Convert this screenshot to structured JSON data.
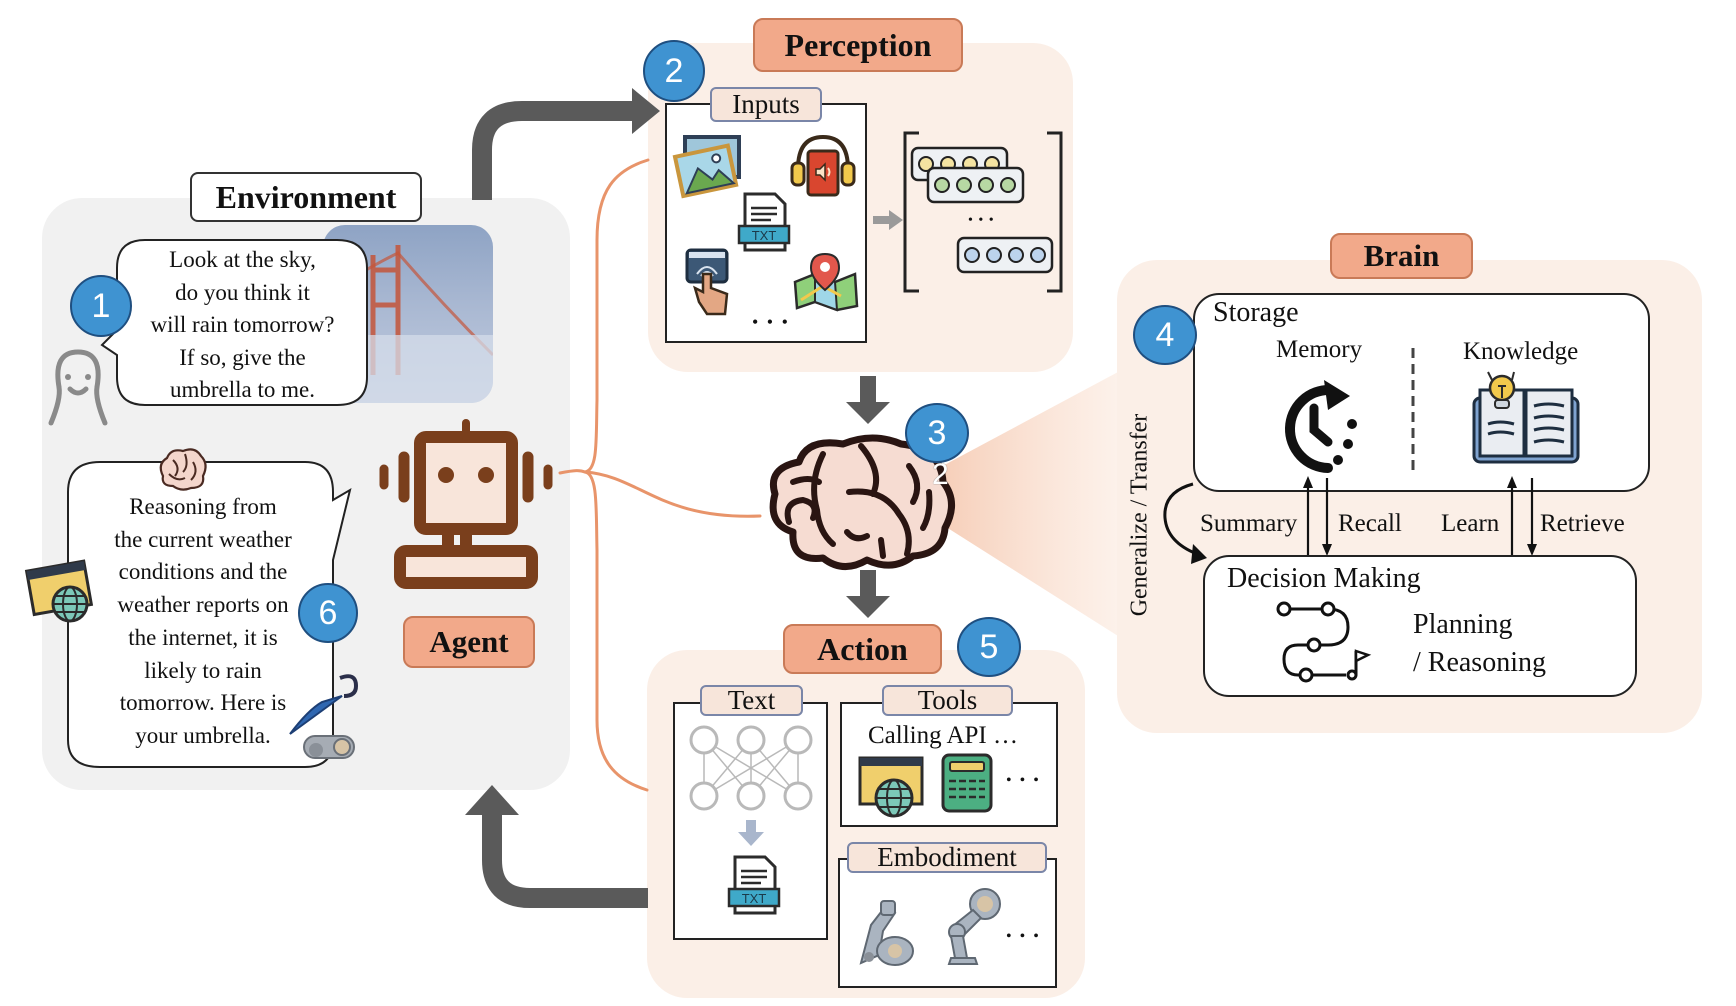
{
  "figure": {
    "environment": {
      "title": "Environment",
      "user_bubble_lines": [
        "Look at the sky,",
        "do you think it",
        "will rain tomorrow?",
        "If so, give the",
        "umbrella to me."
      ],
      "agent_bubble_lines": [
        "Reasoning from",
        "the current weather",
        "conditions and the",
        "weather reports on",
        "the internet, it is",
        "likely to rain",
        "tomorrow. Here is",
        "your umbrella."
      ],
      "agent_label": "Agent"
    },
    "perception": {
      "title": "Perception",
      "inputs_label": "Inputs",
      "inputs_more": "• • •",
      "embeddings_more": "• • •",
      "input_icons": [
        "image-icon",
        "audio-headphones-icon",
        "txt-file-icon",
        "touch-icon",
        "map-location-icon"
      ]
    },
    "brain": {
      "title": "Brain",
      "storage_label": "Storage",
      "memory_label": "Memory",
      "knowledge_label": "Knowledge",
      "generalize_label": "Generalize / Transfer",
      "summary_label": "Summary",
      "recall_label": "Recall",
      "learn_label": "Learn",
      "retrieve_label": "Retrieve",
      "decision_label": "Decision Making",
      "planning_line1": "Planning",
      "planning_line2": "/ Reasoning"
    },
    "action": {
      "title": "Action",
      "text_label": "Text",
      "tools_label": "Tools",
      "tools_caption": "Calling API …",
      "tools_more": "• • •",
      "embodiment_label": "Embodiment",
      "embodiment_more": "• • •",
      "txt_badge": "TXT"
    },
    "badges": [
      "1",
      "2",
      "3",
      "4",
      "5",
      "6"
    ],
    "stray_mark": "2",
    "colors": {
      "badge_blue": "#3f93d1",
      "label_orange": "#f2a98a",
      "panel_peach": "#fbefe7",
      "panel_gray": "#f1f1f1",
      "robot_brown": "#7a3f1c",
      "arrow_gray": "#5a5a5a",
      "connector_orange": "#e8946a"
    }
  }
}
